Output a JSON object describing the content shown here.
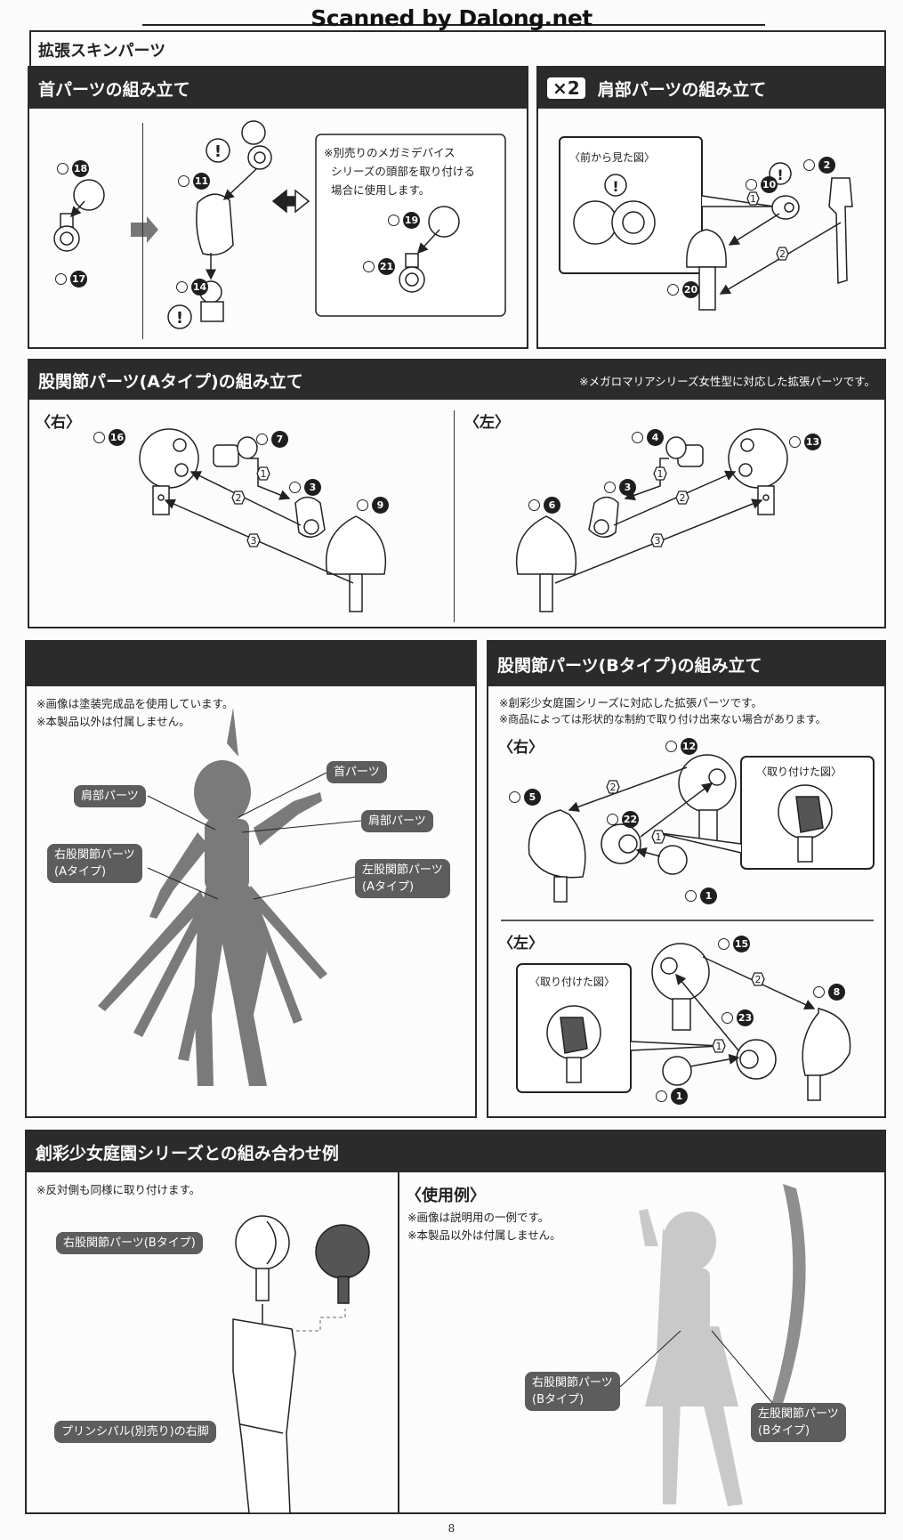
{
  "watermark": "Scanned by Dalong.net",
  "page_title": "拡張スキンパーツ",
  "neck": {
    "title": "首パーツの組み立て",
    "note_lines": [
      "※別売りのメガミデバイス",
      "シリーズの頭部を取り付ける",
      "場合に使用します。"
    ],
    "parts": [
      "18",
      "17",
      "11",
      "14",
      "19",
      "21"
    ]
  },
  "shoulder": {
    "multiplier": "×2",
    "title": "肩部パーツの組み立て",
    "inset_title": "〈前から見た図〉",
    "parts": [
      "10",
      "2",
      "20"
    ],
    "steps": [
      "1",
      "2"
    ]
  },
  "hip_a": {
    "title": "股関節パーツ(Aタイプ)の組み立て",
    "note": "※メガロマリアシリーズ女性型に対応した拡張パーツです。",
    "right_label": "〈右〉",
    "left_label": "〈左〉",
    "right_parts": [
      "16",
      "7",
      "3",
      "9"
    ],
    "left_parts": [
      "4",
      "13",
      "3",
      "6"
    ],
    "steps": [
      "1",
      "2",
      "3"
    ]
  },
  "figure": {
    "notes": [
      "※画像は塗装完成品を使用しています。",
      "※本製品以外は付属しません。"
    ],
    "labels": {
      "neck": "首パーツ",
      "shoulder_left": "肩部パーツ",
      "shoulder_right": "肩部パーツ",
      "right_hip_1": "右股関節パーツ",
      "right_hip_2": "(Aタイプ)",
      "left_hip_1": "左股関節パーツ",
      "left_hip_2": "(Aタイプ)"
    }
  },
  "hip_b": {
    "title": "股関節パーツ(Bタイプ)の組み立て",
    "notes": [
      "※創彩少女庭園シリーズに対応した拡張パーツです。",
      "※商品によっては形状的な制約で取り付け出来ない場合があります。"
    ],
    "right_label": "〈右〉",
    "left_label": "〈左〉",
    "inset_title": "〈取り付けた図〉",
    "right_parts": [
      "12",
      "5",
      "22",
      "1"
    ],
    "left_parts": [
      "15",
      "8",
      "23",
      "1"
    ],
    "steps": [
      "1",
      "2"
    ]
  },
  "combo": {
    "title": "創彩少女庭園シリーズとの組み合わせ例",
    "note": "※反対側も同様に取り付けます。",
    "label_part": "右股関節パーツ(Bタイプ)",
    "label_leg": "プリンシパル(別売り)の右脚",
    "example_title": "〈使用例〉",
    "example_notes": [
      "※画像は説明用の一例です。",
      "※本製品以外は付属しません。"
    ],
    "example_labels": {
      "right_1": "右股関節パーツ",
      "right_2": "(Bタイプ)",
      "left_1": "左股関節パーツ",
      "left_2": "(Bタイプ)"
    }
  },
  "page_number": "8"
}
